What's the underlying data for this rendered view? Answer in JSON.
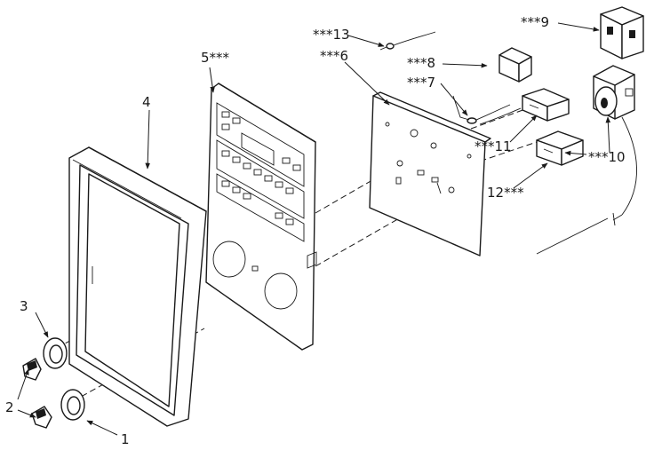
{
  "callouts": {
    "c1": "1",
    "c2": "2",
    "c3": "3",
    "c4": "4",
    "c5": "5***",
    "c6": "***6",
    "c7": "***7",
    "c8": "***8",
    "c9": "***9",
    "c10": "***10",
    "c11": "***11",
    "c12": "12***",
    "c13": "***13"
  },
  "colors": {
    "ink": "#1a1a1a",
    "paper": "#ffffff"
  }
}
